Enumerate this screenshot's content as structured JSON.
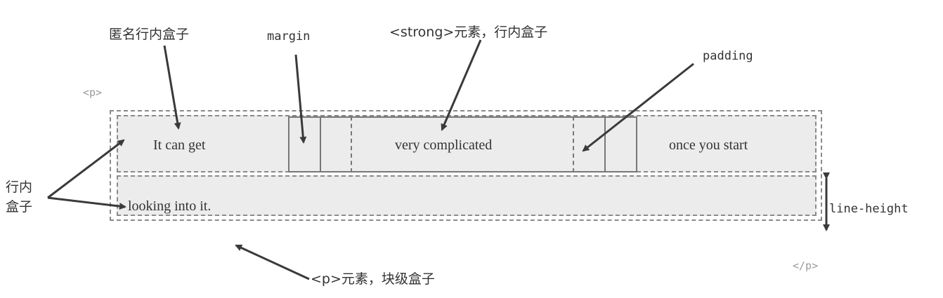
{
  "labels": {
    "anonymous_inline_box": "匿名行内盒子",
    "margin": "margin",
    "strong_inline_box": "<strong>元素，行内盒子",
    "padding": "padding",
    "inline_box_line1": "行内",
    "inline_box_line2": "盒子",
    "line_height": "line-height",
    "p_block_box": "<p>元素，块级盒子"
  },
  "tags": {
    "open": "<p>",
    "close": "</p>"
  },
  "content": {
    "seg1": "It can get",
    "seg2": "very complicated",
    "seg3": "once you start",
    "seg4": "looking into it."
  },
  "colors": {
    "box_fill": "#ececec",
    "border": "#8a8a8a",
    "arrow": "#3a3a3a",
    "tag_text": "#9a9a9a"
  }
}
